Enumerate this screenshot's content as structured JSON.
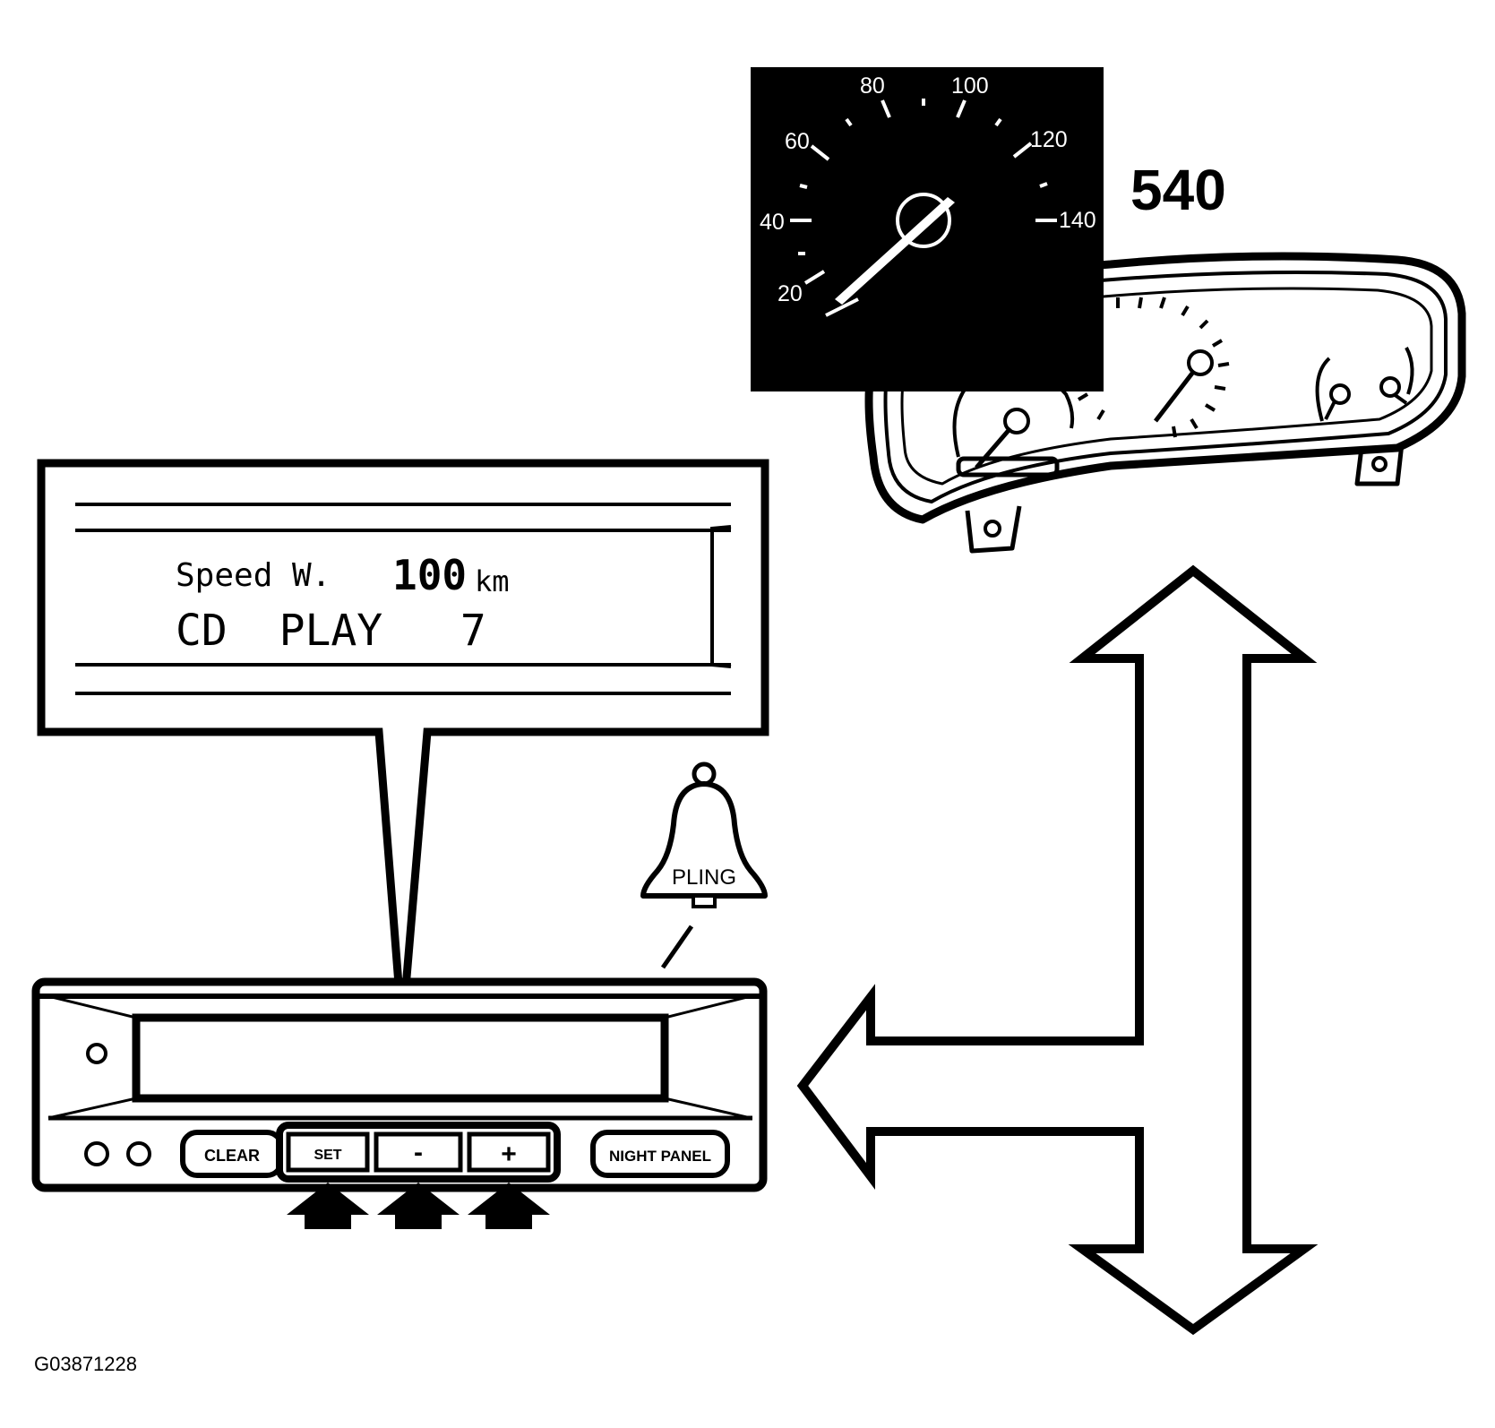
{
  "figure_id": "G03871228",
  "callout_number": "540",
  "speedometer": {
    "scale_labels": [
      "20",
      "40",
      "60",
      "80",
      "100",
      "120",
      "140"
    ]
  },
  "display": {
    "line1_label": "Speed W.",
    "line1_value": "100",
    "line1_unit": "km",
    "line2_text": "CD  PLAY   7"
  },
  "chime_label": "PLING",
  "buttons": {
    "clear": "CLEAR",
    "set": "SET",
    "minus": "-",
    "plus": "+",
    "night_panel": "NIGHT PANEL"
  }
}
